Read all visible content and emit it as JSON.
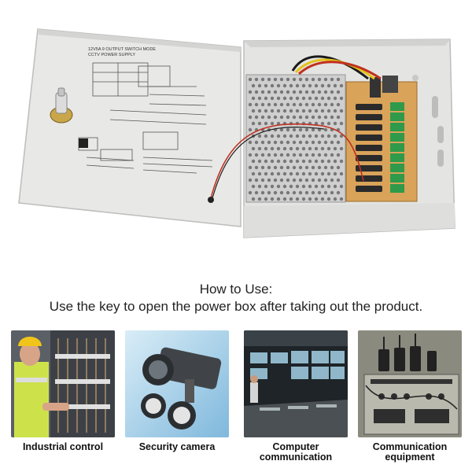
{
  "product_image": {
    "panel_title_lines": [
      "12V5A 9 OUTPUT SWITCH MODE",
      "CCTV POWER SUPPLY"
    ]
  },
  "howto": {
    "title": "How to Use:",
    "description": "Use the key to open the power box after taking out the product."
  },
  "applications": [
    {
      "label_lines": [
        "Industrial control"
      ]
    },
    {
      "label_lines": [
        "Security camera"
      ]
    },
    {
      "label_lines": [
        "Computer",
        "communication"
      ]
    },
    {
      "label_lines": [
        "Communication",
        "equipment"
      ]
    }
  ],
  "colors": {
    "box_metal": "#e6e6e4",
    "board_orange": "#d9a35a",
    "terminal_green": "#2f9a4a",
    "wire_red": "#c0301f",
    "wire_yellow": "#e3c21a",
    "wire_black": "#1a1a1a"
  },
  "icons": [
    "lock-key-icon",
    "mesh-vent-icon",
    "fuse-block-icon"
  ]
}
